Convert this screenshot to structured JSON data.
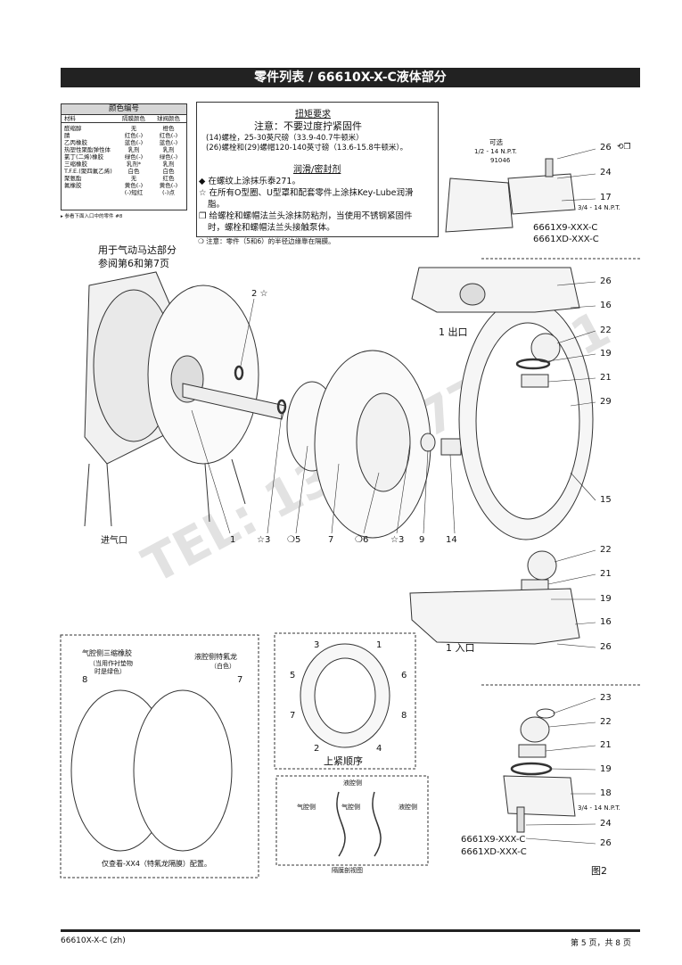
{
  "title": "零件列表 / 66610X-X-C液体部分",
  "color_table": {
    "header": "颜色编号",
    "columns": [
      "材料",
      "隔膜颜色",
      "球阀颜色"
    ],
    "rows": [
      [
        "醛缩醇",
        "无",
        "橙色"
      ],
      [
        "腈",
        "红色(-)",
        "红色(-)"
      ],
      [
        "乙丙橡胶",
        "蓝色(-)",
        "蓝色(-)"
      ],
      [
        "热塑性聚酯弹性体",
        "乳剂",
        "乳剂"
      ],
      [
        "氯丁(二烯)橡胶",
        "绿色(-)",
        "绿色(-)"
      ],
      [
        "三缩橡胶",
        "乳剂*",
        "乳剂"
      ],
      [
        "T.F.E.(聚四氟乙烯)",
        "白色",
        "白色"
      ],
      [
        "聚氨酯",
        "无",
        "红色"
      ],
      [
        "氟橡胶",
        "黄色(-)",
        "黄色(-)"
      ],
      [
        "",
        "(-)短红",
        "(-)点"
      ]
    ],
    "note": "▸ 参看下面入口中的零件 #8"
  },
  "torque": {
    "header": "扭矩要求",
    "warning": "注意：不要过度拧紧固件",
    "line1": "(14)螺栓，25-30英尺磅（33.9-40.7牛顿米）",
    "line2": "(26)螺栓和(29)螺帽120-140英寸磅（13.6-15.8牛顿米）。",
    "lube_header": "润滑/密封剂",
    "lube1": "◆ 在螺纹上涂抹乐泰271。",
    "lube2": "☆ 在所有O型圈、U型罩和配套零件上涂抹Key-Lube润滑",
    "lube2b": "脂。",
    "lube3": "❒ 给螺栓和螺帽法兰头涂抹防粘剂，当使用不锈钢紧固件",
    "lube3b": "时，螺栓和螺帽法兰头接触泵体。",
    "note": "❍ 注意：零件（5和6）的半径边缘靠在隔膜。"
  },
  "air_motor_ref": {
    "line1": "用于气动马达部分",
    "line2": "参阅第6和第7页"
  },
  "optional": {
    "label": "可选",
    "npt": "1/2 - 14 N.P.T.",
    "part": "91046"
  },
  "top_variant": {
    "a": "6661X9-XXX-C",
    "b": "6661XD-XXX-C",
    "npt": "3/4 - 14 N.P.T."
  },
  "bottom_variant": {
    "a": "6661X9-XXX-C",
    "b": "6661XD-XXX-C",
    "npt": "3/4 - 14 N.P.T."
  },
  "callouts_top_right": [
    "26",
    "24",
    "17"
  ],
  "outlet": "1 出口",
  "inlet": "1 入口",
  "air_inlet": "进气口",
  "main_callouts": [
    "26",
    "16",
    "22",
    "19",
    "21",
    "29",
    "15",
    "22",
    "21",
    "19",
    "16",
    "26"
  ],
  "bottom_labels": [
    "1",
    "☆3",
    "❍5",
    "7",
    "❍6",
    "☆3",
    "9",
    "14"
  ],
  "label_2": "2 ☆",
  "diaphragm_box": {
    "left_label": "气腔侧三缩橡胶",
    "left_sub1": "（当用作衬垫物",
    "left_sub2": "时是绿色）",
    "right_label": "液腔侧特氟龙",
    "right_sub": "（白色）",
    "n8": "8",
    "n7": "7",
    "caption": "仅查看-XX4（特氟龙隔膜）配置。"
  },
  "tighten_box": {
    "caption": "上紧顺序",
    "nums": [
      "3",
      "1",
      "5",
      "6",
      "7",
      "8",
      "2",
      "4"
    ]
  },
  "section_view": {
    "fluid": "液腔侧",
    "air1": "气腔侧",
    "air2": "气腔侧",
    "fluid2": "液腔侧",
    "caption": "隔膜剖视图"
  },
  "bottom_callouts": [
    "23",
    "22",
    "21",
    "19",
    "18",
    "24",
    "26"
  ],
  "figure": "图2",
  "watermark": "TEL: 13817771951",
  "footer": {
    "left": "66610X-X-C (zh)",
    "right": "第 5 页，共 8 页"
  }
}
